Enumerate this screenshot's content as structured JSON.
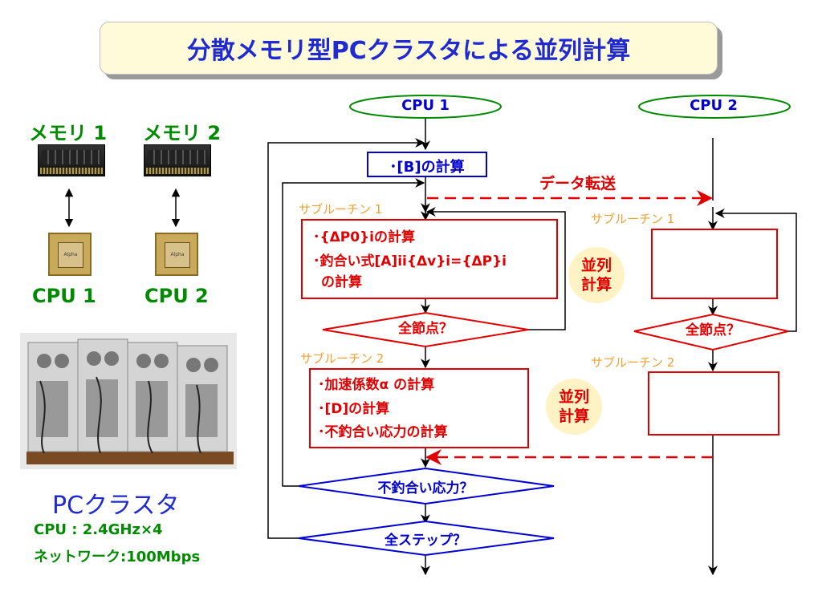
{
  "title": "分散メモリ型PCクラスタによる並列計算",
  "left": {
    "memory1": "メモリ 1",
    "memory2": "メモリ 2",
    "cpu1": "CPU 1",
    "cpu2": "CPU 2",
    "cluster_title": "PCクラスタ",
    "spec_cpu": "CPU : 2.4GHz×4",
    "spec_network": "ネットワーク:100Mbps"
  },
  "flow": {
    "cpu1": "CPU 1",
    "cpu2": "CPU 2",
    "b_calc": "･[B]の計算",
    "data_transfer": "データ転送",
    "subroutine1": "サブルーチン 1",
    "subroutine2": "サブルーチン 2",
    "sub1_lines": [
      "･{ΔP0}iの計算",
      "･釣合い式[A]ii{Δv}i={ΔP}i",
      "の計算"
    ],
    "sub2_lines": [
      "･加速係数α の計算",
      "･[D]の計算",
      "･不釣合い応力の計算"
    ],
    "all_nodes_q": "全節点？",
    "unbalanced_q": "不釣合い応力？",
    "all_steps_q": "全ステップ？",
    "parallel_1": "並列",
    "parallel_2": "計算"
  },
  "colors": {
    "title_blue": "#1f2bd0",
    "red": "#e00000",
    "green": "#008a00",
    "orange": "#f0a030",
    "title_bg": "#fffbd8"
  }
}
